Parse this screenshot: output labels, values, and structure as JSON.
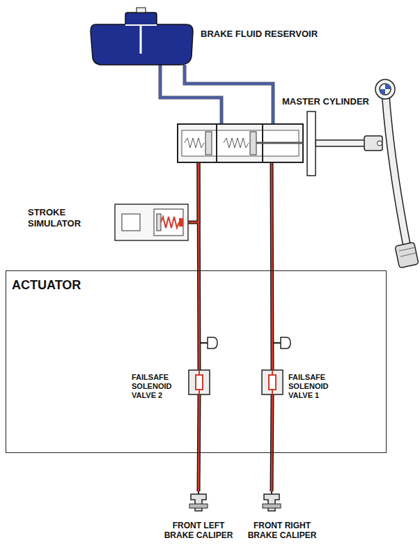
{
  "diagram": {
    "nodes": [
      {
        "text": [
          "BRAKE FLUID RESERVOIR"
        ]
      },
      {
        "text": [
          "MASTER CYLINDER"
        ]
      },
      {
        "text": [
          "STROKE SIMULATOR"
        ]
      },
      {
        "text": [
          "ACTUATOR"
        ]
      },
      {
        "text": [
          "FAILSAFE SOLENOID VALVE 2"
        ],
        "in": 3
      },
      {
        "text": [
          "FAILSAFE SOLENOID VALVE 1"
        ],
        "in": 3
      },
      {
        "text": [
          "FRONT LEFT BRAKE CALIPER"
        ]
      },
      {
        "text": [
          "FRONT RIGHT BRAKE CALIPER"
        ]
      }
    ],
    "edges": [
      {
        "from": 0,
        "to": 1,
        "arrow": "none"
      },
      {
        "from": 0,
        "to": 1,
        "arrow": "none"
      },
      {
        "from": 1,
        "to": 2,
        "arrow": "none"
      },
      {
        "from": 1,
        "to": 4,
        "arrow": "none"
      },
      {
        "from": 1,
        "to": 5,
        "arrow": "none"
      },
      {
        "from": 4,
        "to": 6,
        "arrow": "none"
      },
      {
        "from": 5,
        "to": 7,
        "arrow": "none"
      }
    ]
  }
}
